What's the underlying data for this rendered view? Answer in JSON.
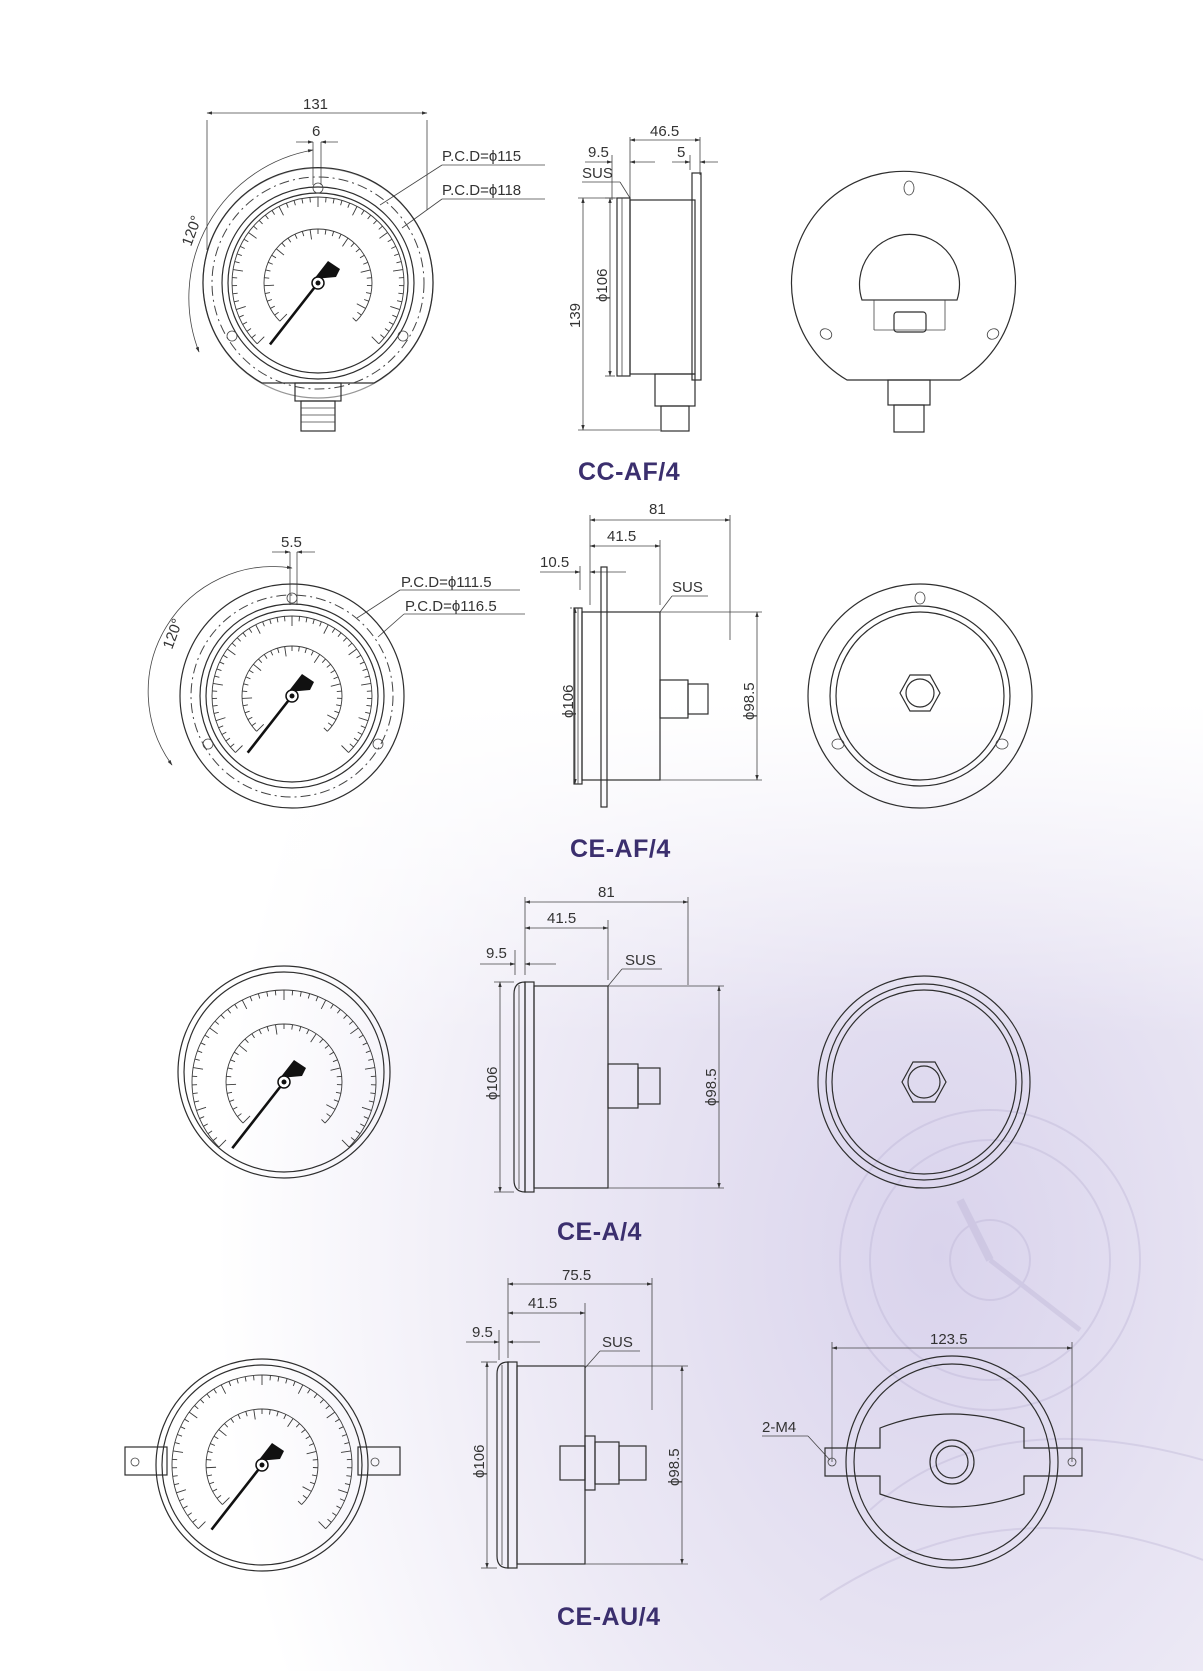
{
  "models": [
    {
      "id": "cc-af-4",
      "title": "CC-AF/4",
      "front": {
        "width": "131",
        "hole_offset": "6",
        "pcd_inner": "P.C.D=ϕ115",
        "pcd_outer": "P.C.D=ϕ118",
        "angle": "120°"
      },
      "side": {
        "bezel": "9.5",
        "depth": "46.5",
        "flange": "5",
        "material": "SUS",
        "dial_dia": "ϕ106",
        "height": "139"
      }
    },
    {
      "id": "ce-af-4",
      "title": "CE-AF/4",
      "front": {
        "hole_offset": "5.5",
        "pcd_inner": "P.C.D=ϕ111.5",
        "pcd_outer": "P.C.D=ϕ116.5",
        "angle": "120°"
      },
      "side": {
        "total": "81",
        "depth": "41.5",
        "flange": "10.5",
        "material": "SUS",
        "dial_dia": "ϕ106",
        "case_dia": "ϕ98.5"
      }
    },
    {
      "id": "ce-a-4",
      "title": "CE-A/4",
      "side": {
        "total": "81",
        "depth": "41.5",
        "bezel": "9.5",
        "material": "SUS",
        "dial_dia": "ϕ106",
        "case_dia": "ϕ98.5"
      }
    },
    {
      "id": "ce-au-4",
      "title": "CE-AU/4",
      "side": {
        "total": "75.5",
        "depth": "41.5",
        "bezel": "9.5",
        "material": "SUS",
        "dial_dia": "ϕ106",
        "case_dia": "ϕ98.5"
      },
      "rear": {
        "width": "123.5",
        "screw": "2-M4"
      }
    }
  ]
}
